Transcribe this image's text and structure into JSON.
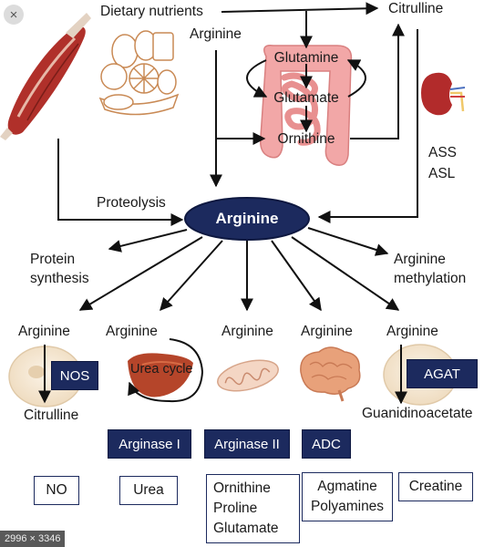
{
  "viewer": {
    "close_icon": "×",
    "size_badge": "2996 × 3346"
  },
  "top": {
    "dietary_nutrients": "Dietary nutrients",
    "citrulline": "Citrulline",
    "arginine": "Arginine",
    "glutamine": "Glutamine",
    "glutamate": "Glutamate",
    "ornithine": "Ornithine",
    "kidney_enzymes": [
      "ASS",
      "ASL"
    ],
    "proteolysis": "Proteolysis"
  },
  "center": {
    "arginine": "Arginine",
    "protein_synthesis": "Protein\nsynthesis",
    "arginine_methylation": "Arginine\nmethylation"
  },
  "pathways": [
    {
      "substrate": "Arginine",
      "enzyme": "NOS",
      "intermediate": "Citrulline",
      "product": "NO"
    },
    {
      "substrate": "Arginine",
      "cycle": "Urea cycle",
      "enzyme": "Arginase I",
      "product": "Urea"
    },
    {
      "substrate": "Arginine",
      "enzyme": "Arginase II",
      "product": "Ornithine\nProline\nGlutamate"
    },
    {
      "substrate": "Arginine",
      "enzyme": "ADC",
      "product": "Agmatine\nPolyamines"
    },
    {
      "substrate": "Arginine",
      "enzyme": "AGAT",
      "intermediate": "Guanidinoacetate",
      "product": "Creatine"
    }
  ],
  "colors": {
    "navy": "#1c2a5e",
    "muscle": "#b0302a",
    "intestine": "#f2a7a7",
    "liver": "#b5452a",
    "kidney": "#b22b2b",
    "cell": "#f6ead8",
    "brain": "#e8a17a"
  }
}
